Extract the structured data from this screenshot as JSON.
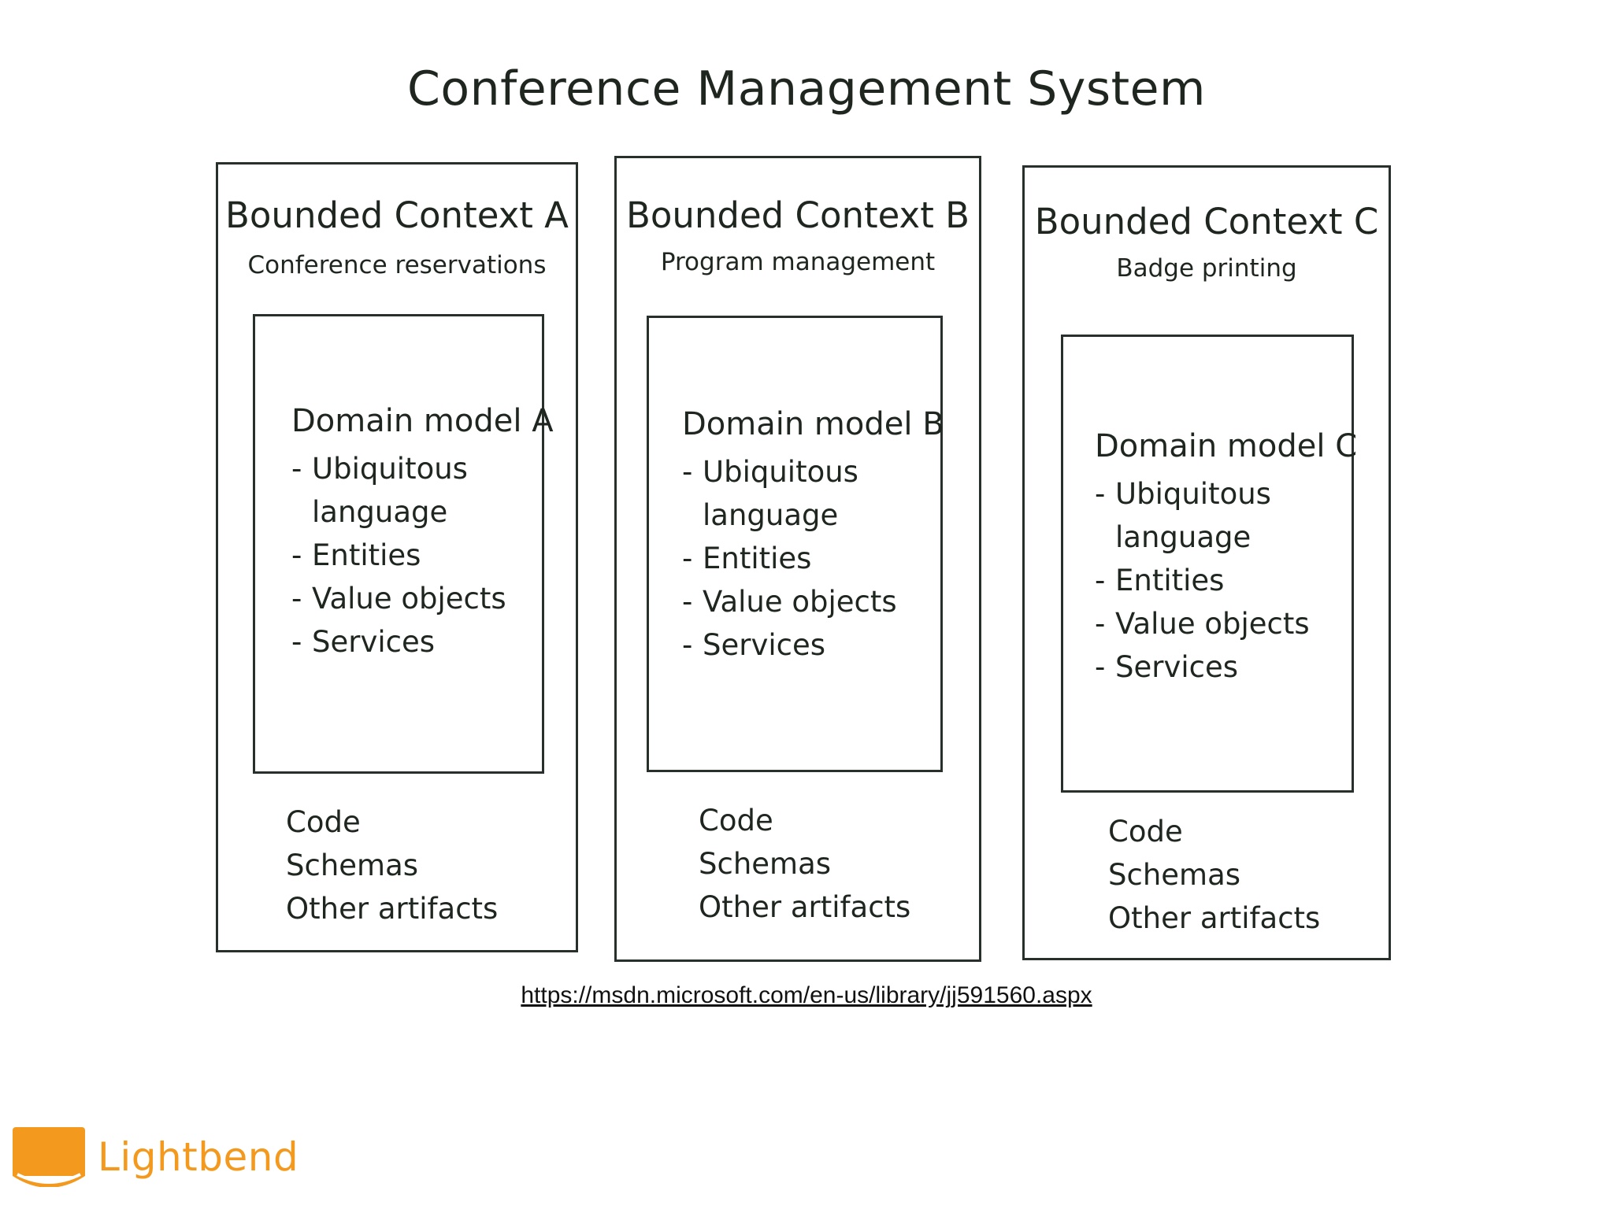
{
  "title": "Conference Management System",
  "contexts": [
    {
      "title": "Bounded Context A",
      "subtitle": "Conference reservations",
      "model": {
        "title": "Domain model A",
        "items": [
          "Ubiquitous language",
          "Entities",
          "Value objects",
          "Services"
        ]
      },
      "artifacts": [
        "Code",
        "Schemas",
        "Other artifacts"
      ]
    },
    {
      "title": "Bounded Context B",
      "subtitle": "Program management",
      "model": {
        "title": "Domain model B",
        "items": [
          "Ubiquitous language",
          "Entities",
          "Value objects",
          "Services"
        ]
      },
      "artifacts": [
        "Code",
        "Schemas",
        "Other artifacts"
      ]
    },
    {
      "title": "Bounded Context C",
      "subtitle": "Badge printing",
      "model": {
        "title": "Domain model C",
        "items": [
          "Ubiquitous language",
          "Entities",
          "Value objects",
          "Services"
        ]
      },
      "artifacts": [
        "Code",
        "Schemas",
        "Other artifacts"
      ]
    }
  ],
  "source_link": "https://msdn.microsoft.com/en-us/library/jj591560.aspx",
  "logo": {
    "text": "Lightbend",
    "icon": "lightbend-logo-icon",
    "color": "#f39a1e"
  }
}
